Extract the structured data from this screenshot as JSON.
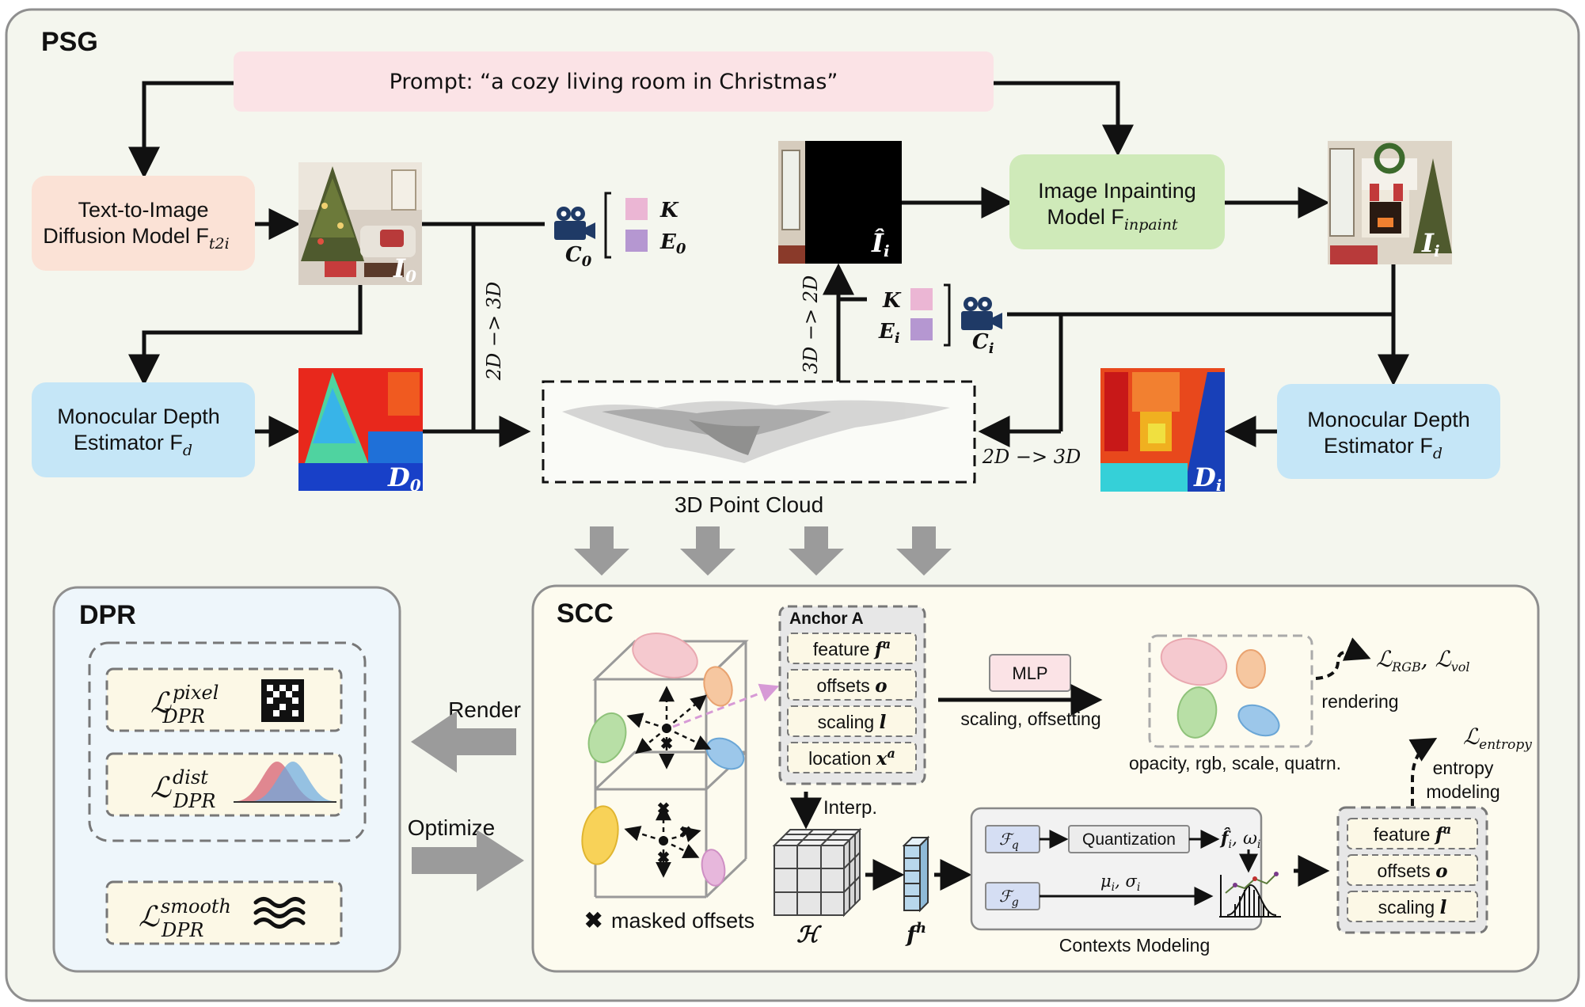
{
  "psg": {
    "title": "PSG",
    "prompt": "Prompt: “a cozy living room in Christmas”",
    "t2i_l1": "Text-to-Image",
    "t2i_l2": "Diffusion Model F",
    "t2i_sub": "t2i",
    "inpaint_l1": "Image Inpainting",
    "inpaint_l2": "Model F",
    "inpaint_sub": "inpaint",
    "depth_left_l1": "Monocular Depth",
    "depth_left_l2": "Estimator F",
    "depth_left_sub": "d",
    "depth_right_l1": "Monocular Depth",
    "depth_right_l2": "Estimator F",
    "depth_right_sub": "d",
    "img_I0": "I",
    "img_I0_sub": "0",
    "img_D0": "D",
    "img_D0_sub": "0",
    "img_Ihat": "Î",
    "img_Ihat_sub": "i",
    "img_Ii": "I",
    "img_Ii_sub": "i",
    "img_Di": "D",
    "img_Di_sub": "i",
    "cam0": "C",
    "cam0_sub": "0",
    "cami": "C",
    "cami_sub": "i",
    "K_left": "K",
    "E0": "E",
    "E0_sub": "0",
    "K_right": "K",
    "Ei": "E",
    "Ei_sub": "i",
    "arrow_2d3d_vert": "2D −> 3D",
    "arrow_3d2d_vert": "3D −> 2D",
    "arrow_2d3d_horiz": "2D −> 3D",
    "point_cloud_label": "3D Point Cloud"
  },
  "dpr": {
    "title": "DPR",
    "loss_pixel": "ℒ",
    "loss_pixel_sup": "pixel",
    "loss_pixel_sub": "DPR",
    "loss_dist": "ℒ",
    "loss_dist_sup": "dist",
    "loss_dist_sub": "DPR",
    "loss_smooth": "ℒ",
    "loss_smooth_sup": "smooth",
    "loss_smooth_sub": "DPR",
    "render_label": "Render",
    "optimize_label": "Optimize"
  },
  "scc": {
    "title": "SCC",
    "anchor_title": "Anchor A",
    "anchor_feature": "feature ",
    "anchor_feature_sym": "f",
    "anchor_feature_sup": "a",
    "anchor_offsets": "offsets ",
    "anchor_offsets_sym": "o",
    "anchor_scaling": "scaling ",
    "anchor_scaling_sym": "l",
    "anchor_location": "location ",
    "anchor_location_sym": "x",
    "anchor_location_sup": "a",
    "mlp": "MLP",
    "scaling_offsetting": "scaling, offsetting",
    "rendering": "rendering",
    "loss_rgb": "ℒ",
    "loss_rgb_sub": "RGB",
    "loss_vol": "ℒ",
    "loss_vol_sub": "vol",
    "attrs": "opacity, rgb, scale, quatrn.",
    "interp": "Interp.",
    "hash_symbol": "ℋ",
    "fh": "f",
    "fh_sup": "h",
    "masked_offsets": "masked offsets",
    "fq": "ℱ",
    "fq_sub": "q",
    "fg": "ℱ",
    "fg_sub": "g",
    "quantization": "Quantization",
    "fhat_omega": "f̂",
    "fhat_omega_rest": ", ω",
    "fhat_sub": "i",
    "mu_sigma": "μ",
    "mu_sigma_rest": ", σ",
    "mu_sub": "i",
    "contexts_modeling": "Contexts Modeling",
    "loss_entropy": "ℒ",
    "loss_entropy_sub": "entropy",
    "entropy_l1": "entropy",
    "entropy_l2": "modeling",
    "out_feature": "feature ",
    "out_feature_sym": "f",
    "out_feature_sup": "a",
    "out_offsets": "offsets ",
    "out_offsets_sym": "o",
    "out_scaling": "scaling ",
    "out_scaling_sym": "l"
  },
  "colors": {
    "psg_bg": "#f4f6ee",
    "prompt_bg": "#fbe3e6",
    "t2i_bg": "#fbe2d6",
    "inpaint_bg": "#cfeab9",
    "depth_bg": "#c5e6f7",
    "dpr_bg": "#eef6fb",
    "scc_bg": "#fdfbef",
    "arrow_gray": "#9b9b9b",
    "k_swatch": "#ebb6d4",
    "e_swatch": "#b597d1"
  }
}
